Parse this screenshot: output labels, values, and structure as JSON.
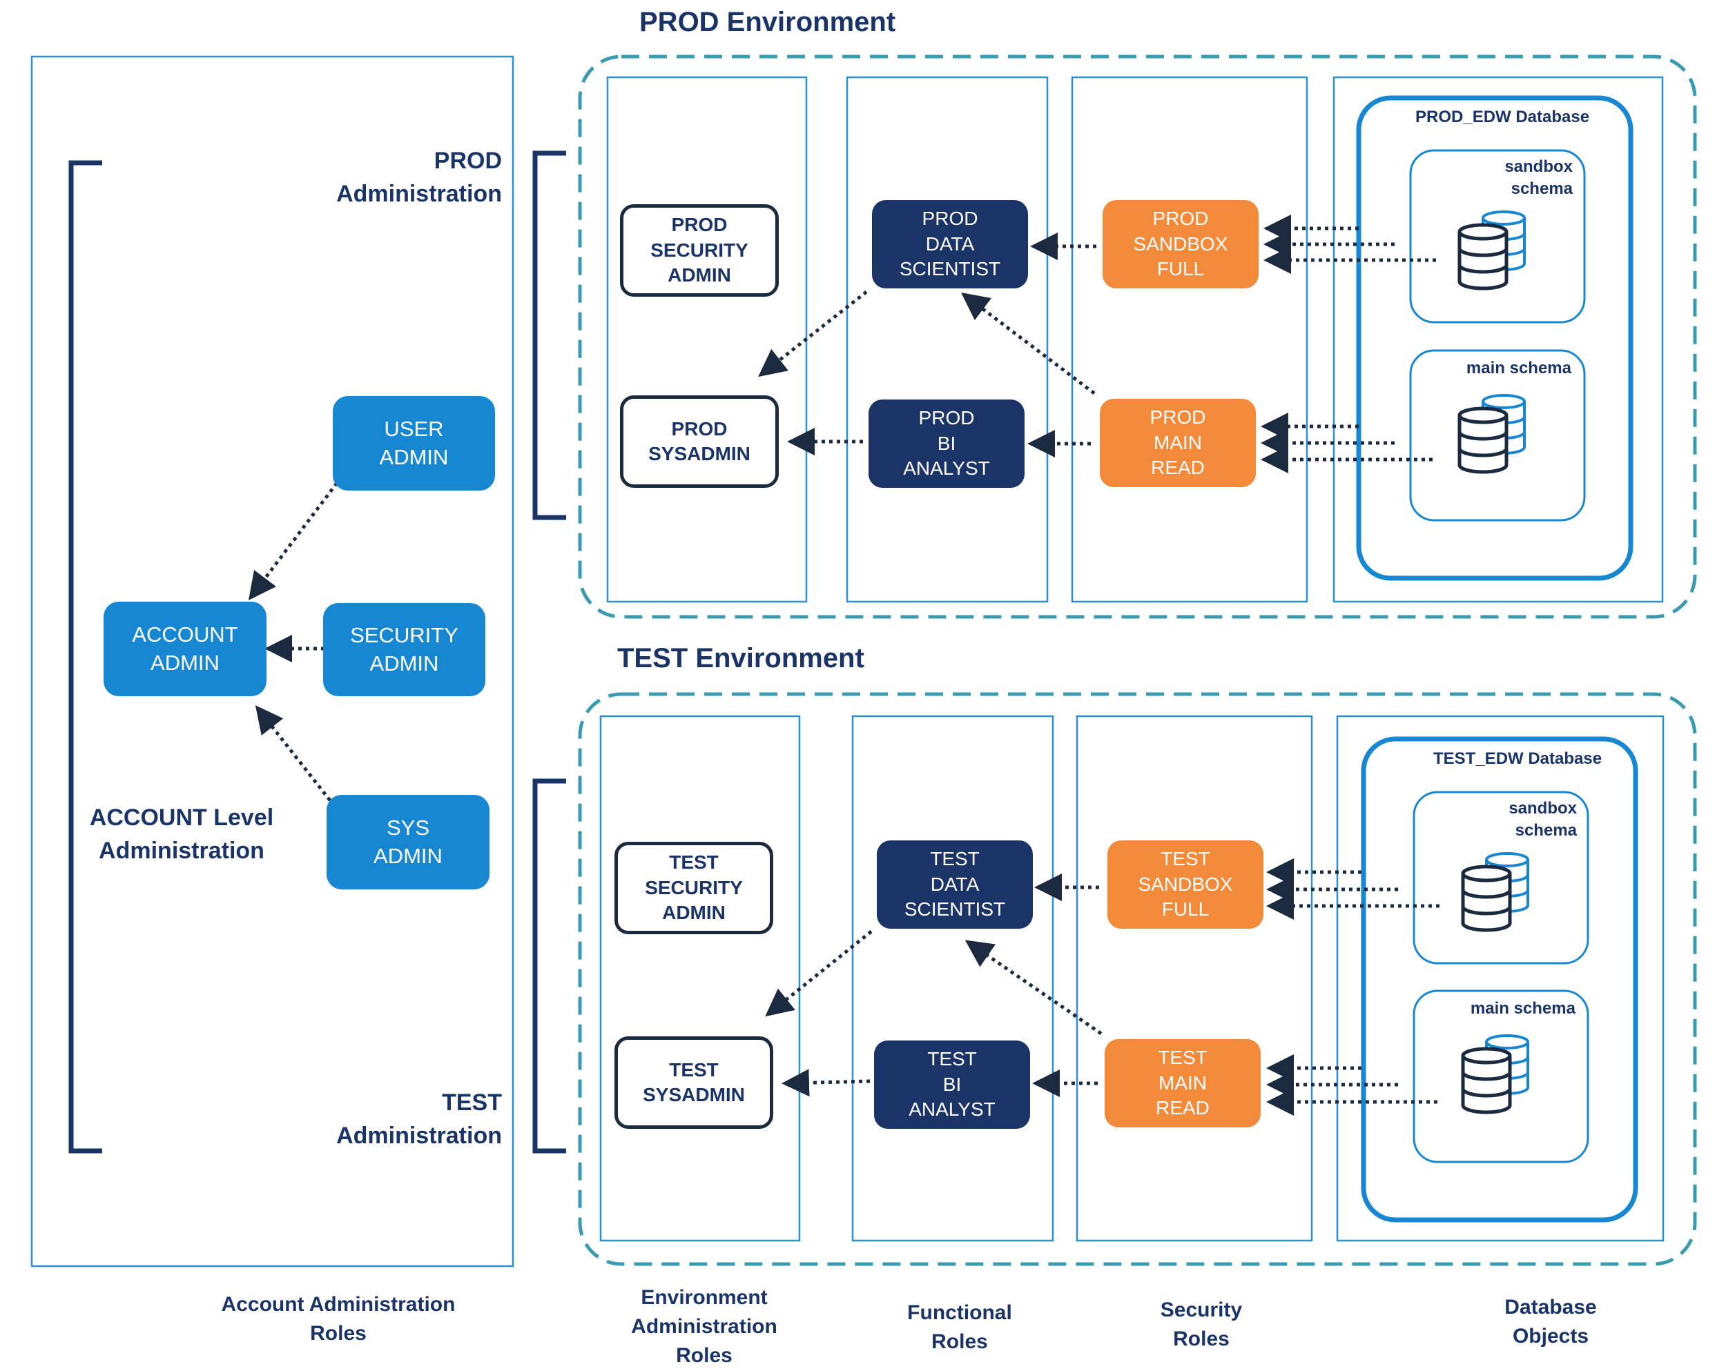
{
  "account_panel": {
    "prod_admin_label": [
      "PROD",
      "Administration"
    ],
    "test_admin_label": [
      "TEST",
      "Administration"
    ],
    "account_level_label": [
      "ACCOUNT Level",
      "Administration"
    ],
    "user_admin": [
      "USER",
      "ADMIN"
    ],
    "account_admin": [
      "ACCOUNT",
      "ADMIN"
    ],
    "security_admin": [
      "SECURITY",
      "ADMIN"
    ],
    "sys_admin": [
      "SYS",
      "ADMIN"
    ]
  },
  "prod": {
    "title": "PROD Environment",
    "security_admin": [
      "PROD",
      "SECURITY",
      "ADMIN"
    ],
    "sysadmin": [
      "PROD",
      "SYSADMIN"
    ],
    "data_scientist": [
      "PROD",
      "DATA",
      "SCIENTIST"
    ],
    "bi_analyst": [
      "PROD",
      "BI",
      "ANALYST"
    ],
    "sandbox_full": [
      "PROD",
      "SANDBOX",
      "FULL"
    ],
    "main_read": [
      "PROD",
      "MAIN",
      "READ"
    ],
    "database": "PROD_EDW Database",
    "sandbox_schema": [
      "sandbox",
      "schema"
    ],
    "main_schema": "main schema"
  },
  "test": {
    "title": "TEST Environment",
    "security_admin": [
      "TEST",
      "SECURITY",
      "ADMIN"
    ],
    "sysadmin": [
      "TEST",
      "SYSADMIN"
    ],
    "data_scientist": [
      "TEST",
      "DATA",
      "SCIENTIST"
    ],
    "bi_analyst": [
      "TEST",
      "BI",
      "ANALYST"
    ],
    "sandbox_full": [
      "TEST",
      "SANDBOX",
      "FULL"
    ],
    "main_read": [
      "TEST",
      "MAIN",
      "READ"
    ],
    "database": "TEST_EDW Database",
    "sandbox_schema": [
      "sandbox",
      "schema"
    ],
    "main_schema": "main schema"
  },
  "footer": {
    "account_roles": [
      "Account Administration",
      "Roles"
    ],
    "env_roles": [
      "Environment",
      "Administration",
      "Roles"
    ],
    "functional_roles": [
      "Functional",
      "Roles"
    ],
    "security_roles": [
      "Security",
      "Roles"
    ],
    "database_objects": [
      "Database",
      "Objects"
    ]
  },
  "colors": {
    "account_blue": "#1887d2",
    "navy": "#1b3467",
    "orange": "#f28a3a",
    "frame_blue": "#2b8fd0",
    "dash_teal": "#3a9bb0"
  },
  "icons": [
    "database-icon"
  ]
}
